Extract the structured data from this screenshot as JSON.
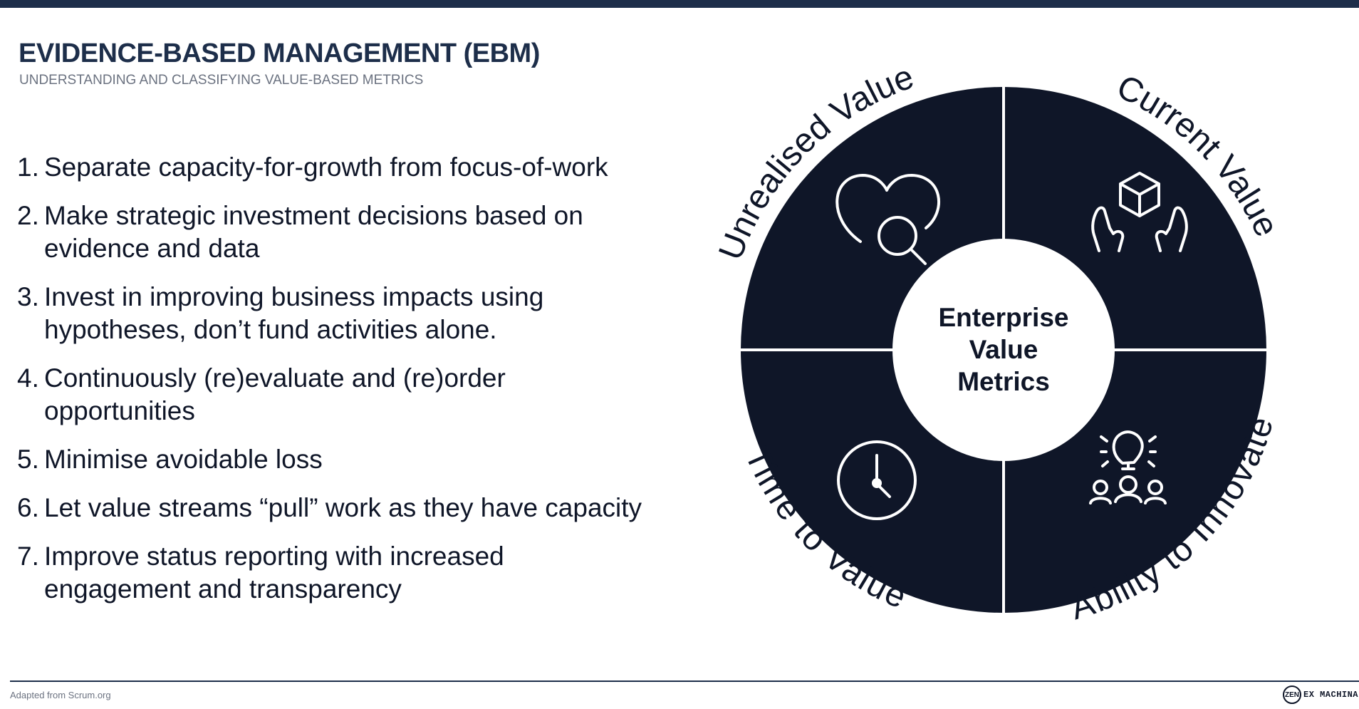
{
  "header": {
    "title": "EVIDENCE-BASED MANAGEMENT (EBM)",
    "subtitle": "UNDERSTANDING AND CLASSIFYING VALUE-BASED METRICS"
  },
  "principles": [
    {
      "number": "1.",
      "text": "Separate capacity-for-growth from focus-of-work"
    },
    {
      "number": "2.",
      "text": "Make strategic investment decisions based on evidence and data"
    },
    {
      "number": "3.",
      "text": "Invest in improving business impacts using hypotheses, don’t fund activities alone."
    },
    {
      "number": "4.",
      "text": "Continuously (re)evaluate and (re)order opportunities"
    },
    {
      "number": "5.",
      "text": "Minimise avoidable loss"
    },
    {
      "number": "6.",
      "text": "Let value streams “pull” work as they have capacity"
    },
    {
      "number": "7.",
      "text": "Improve status reporting with increased engagement and transparency"
    }
  ],
  "wheel": {
    "center_lines": [
      "Enterprise",
      "Value",
      "Metrics"
    ],
    "quadrants": {
      "top_left": {
        "label": "Unrealised Value",
        "icon": "heart-magnifier-icon"
      },
      "top_right": {
        "label": "Current Value",
        "icon": "hands-box-icon"
      },
      "bottom_left": {
        "label": "Time to Value",
        "icon": "clock-icon"
      },
      "bottom_right": {
        "label": "Ability to Innovate",
        "icon": "lightbulb-team-icon"
      }
    },
    "colors": {
      "fill": "#0f1628",
      "accent": "#1d2e4a"
    }
  },
  "footer": {
    "source": "Adapted from Scrum.org",
    "logo_mark": "ZEN",
    "logo_text": "EX MACHINA"
  }
}
